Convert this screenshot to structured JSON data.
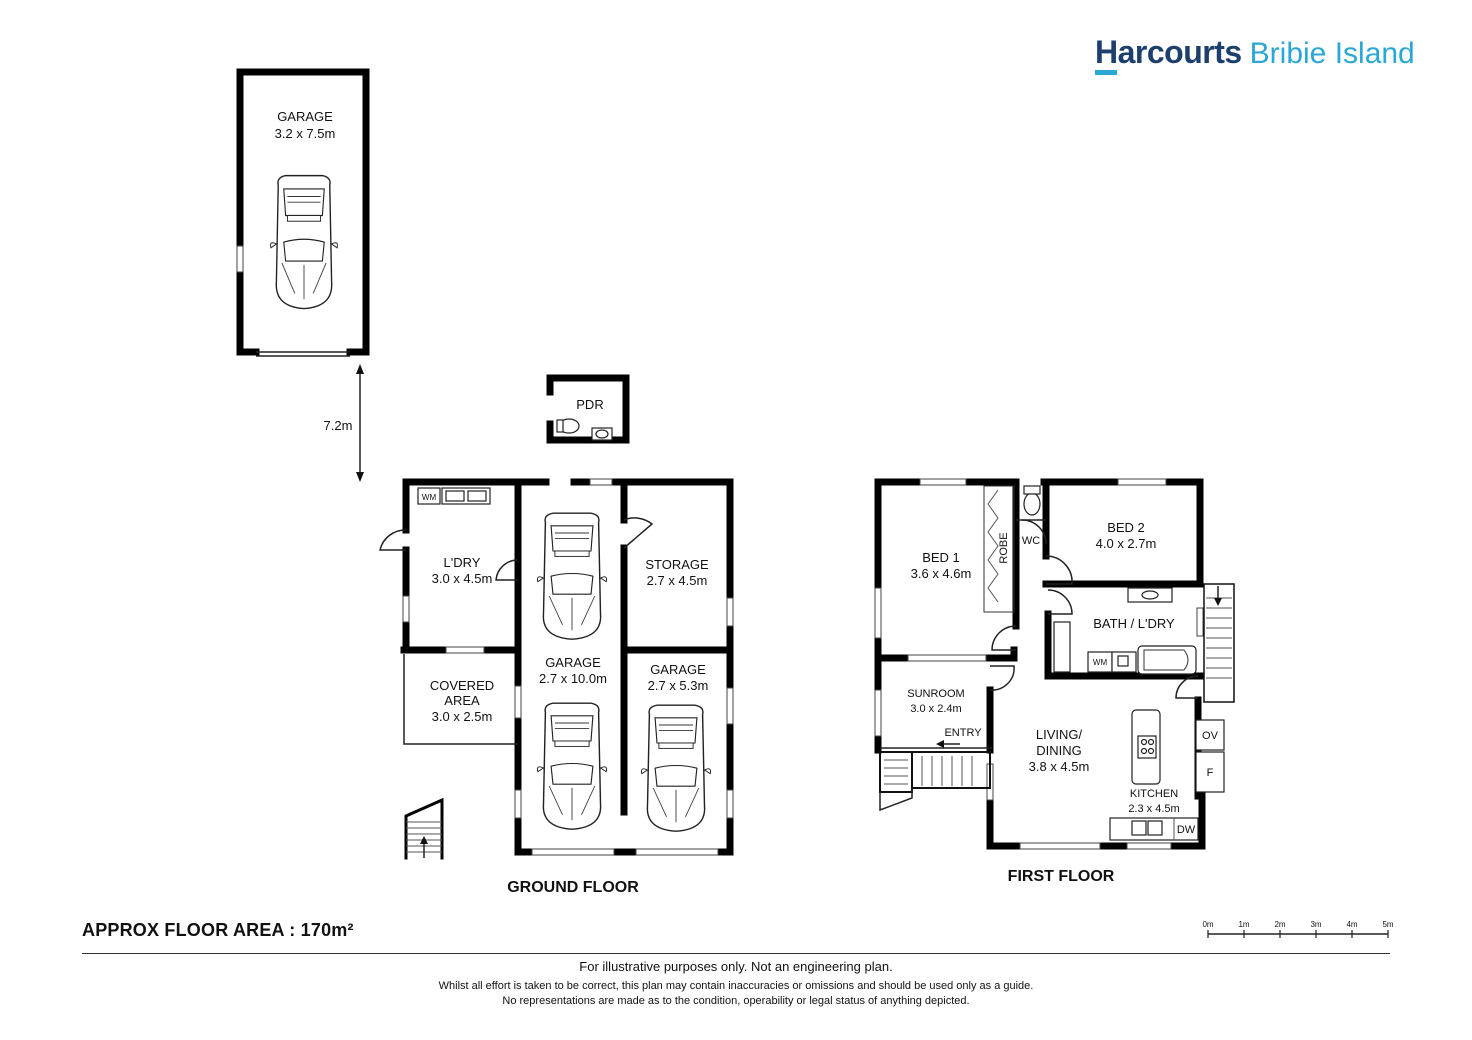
{
  "brand": {
    "name": "Harcourts",
    "office": "Bribie Island",
    "color_primary": "#1d3f6e",
    "color_accent": "#2aa7d6"
  },
  "floors": {
    "ground": "GROUND FLOOR",
    "first": "FIRST FLOOR"
  },
  "detached": {
    "garage_name": "GARAGE",
    "garage_size": "3.2 x 7.5m",
    "distance": "7.2m"
  },
  "ground_rooms": {
    "pdr": "PDR",
    "laundry_name": "L'DRY",
    "laundry_size": "3.0 x 4.5m",
    "wm": "WM",
    "storage_name": "STORAGE",
    "storage_size": "2.7 x 4.5m",
    "garage_main_name": "GARAGE",
    "garage_main_size": "2.7 x 10.0m",
    "garage_side_name": "GARAGE",
    "garage_side_size": "2.7 x 5.3m",
    "covered_l1": "COVERED",
    "covered_l2": "AREA",
    "covered_size": "3.0 x 2.5m"
  },
  "first_rooms": {
    "bed1_name": "BED 1",
    "bed1_size": "3.6 x 4.6m",
    "robe": "ROBE",
    "wc": "WC",
    "bed2_name": "BED 2",
    "bed2_size": "4.0 x 2.7m",
    "bath_name": "BATH / L'DRY",
    "wm": "WM",
    "sunroom_name": "SUNROOM",
    "sunroom_size": "3.0 x 2.4m",
    "entry": "ENTRY",
    "living_l1": "LIVING/",
    "living_l2": "DINING",
    "living_size": "3.8 x 4.5m",
    "kitchen_name": "KITCHEN",
    "kitchen_size": "2.3 x 4.5m",
    "ov": "OV",
    "f": "F",
    "dw": "DW"
  },
  "footer": {
    "area_label": "APPROX FLOOR AREA  :  170m²",
    "disclaimer_1": "For illustrative purposes only. Not an engineering plan.",
    "disclaimer_2": "Whilst all effort is taken to be correct, this plan may contain inaccuracies or omissions and should be used only as a guide.",
    "disclaimer_3": "No representations are made as to the condition, operability or legal status of anything depicted."
  },
  "scale": {
    "labels": [
      "0m",
      "1m",
      "2m",
      "3m",
      "4m",
      "5m"
    ]
  }
}
